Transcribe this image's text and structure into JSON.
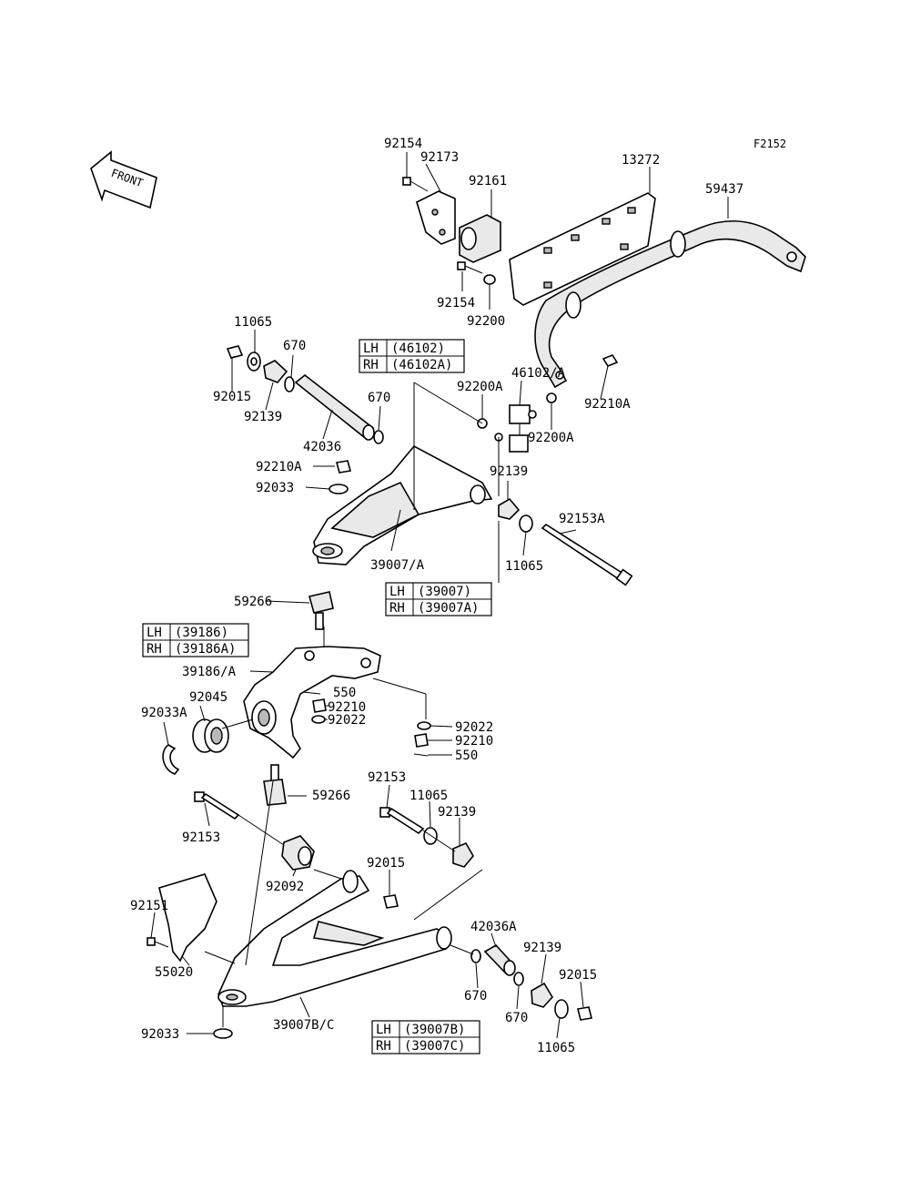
{
  "figure_code": "F2152",
  "front_label": "FRONT",
  "labels": {
    "l_92154_top": "92154",
    "l_92173": "92173",
    "l_92161": "92161",
    "l_13272": "13272",
    "l_59437": "59437",
    "l_92154_mid": "92154",
    "l_92200": "92200",
    "l_11065_a": "11065",
    "l_670_a": "670",
    "l_92015_a": "92015",
    "l_92139_a": "92139",
    "l_670_b": "670",
    "l_42036": "42036",
    "l_92200A_1": "92200A",
    "l_46102A": "46102/A",
    "l_92210A_r": "92210A",
    "l_92200A_2": "92200A",
    "l_92210A_l": "92210A",
    "l_92033_a": "92033",
    "l_92139_b": "92139",
    "l_92153A": "92153A",
    "l_39007A": "39007/A",
    "l_11065_b": "11065",
    "l_59266_a": "59266",
    "l_39186A": "39186/A",
    "l_92045": "92045",
    "l_92033A": "92033A",
    "l_550_a": "550",
    "l_92210_a": "92210",
    "l_92022_a": "92022",
    "l_92022_b": "92022",
    "l_92210_b": "92210",
    "l_550_b": "550",
    "l_92153_a": "92153",
    "l_11065_c": "11065",
    "l_92139_c": "92139",
    "l_59266_b": "59266",
    "l_92153_b": "92153",
    "l_92015_b": "92015",
    "l_92092": "92092",
    "l_92151": "92151",
    "l_42036A": "42036A",
    "l_92139_d": "92139",
    "l_92015_c": "92015",
    "l_55020": "55020",
    "l_670_c": "670",
    "l_670_d": "670",
    "l_11065_d": "11065",
    "l_92033_b": "92033",
    "l_39007BC": "39007B/C"
  },
  "tables": {
    "t1": {
      "lh": "LH",
      "lh_part": "(46102)",
      "rh": "RH",
      "rh_part": "(46102A)"
    },
    "t2": {
      "lh": "LH",
      "lh_part": "(39007)",
      "rh": "RH",
      "rh_part": "(39007A)"
    },
    "t3": {
      "lh": "LH",
      "lh_part": "(39186)",
      "rh": "RH",
      "rh_part": "(39186A)"
    },
    "t4": {
      "lh": "LH",
      "lh_part": "(39007B)",
      "rh": "RH",
      "rh_part": "(39007C)"
    }
  }
}
